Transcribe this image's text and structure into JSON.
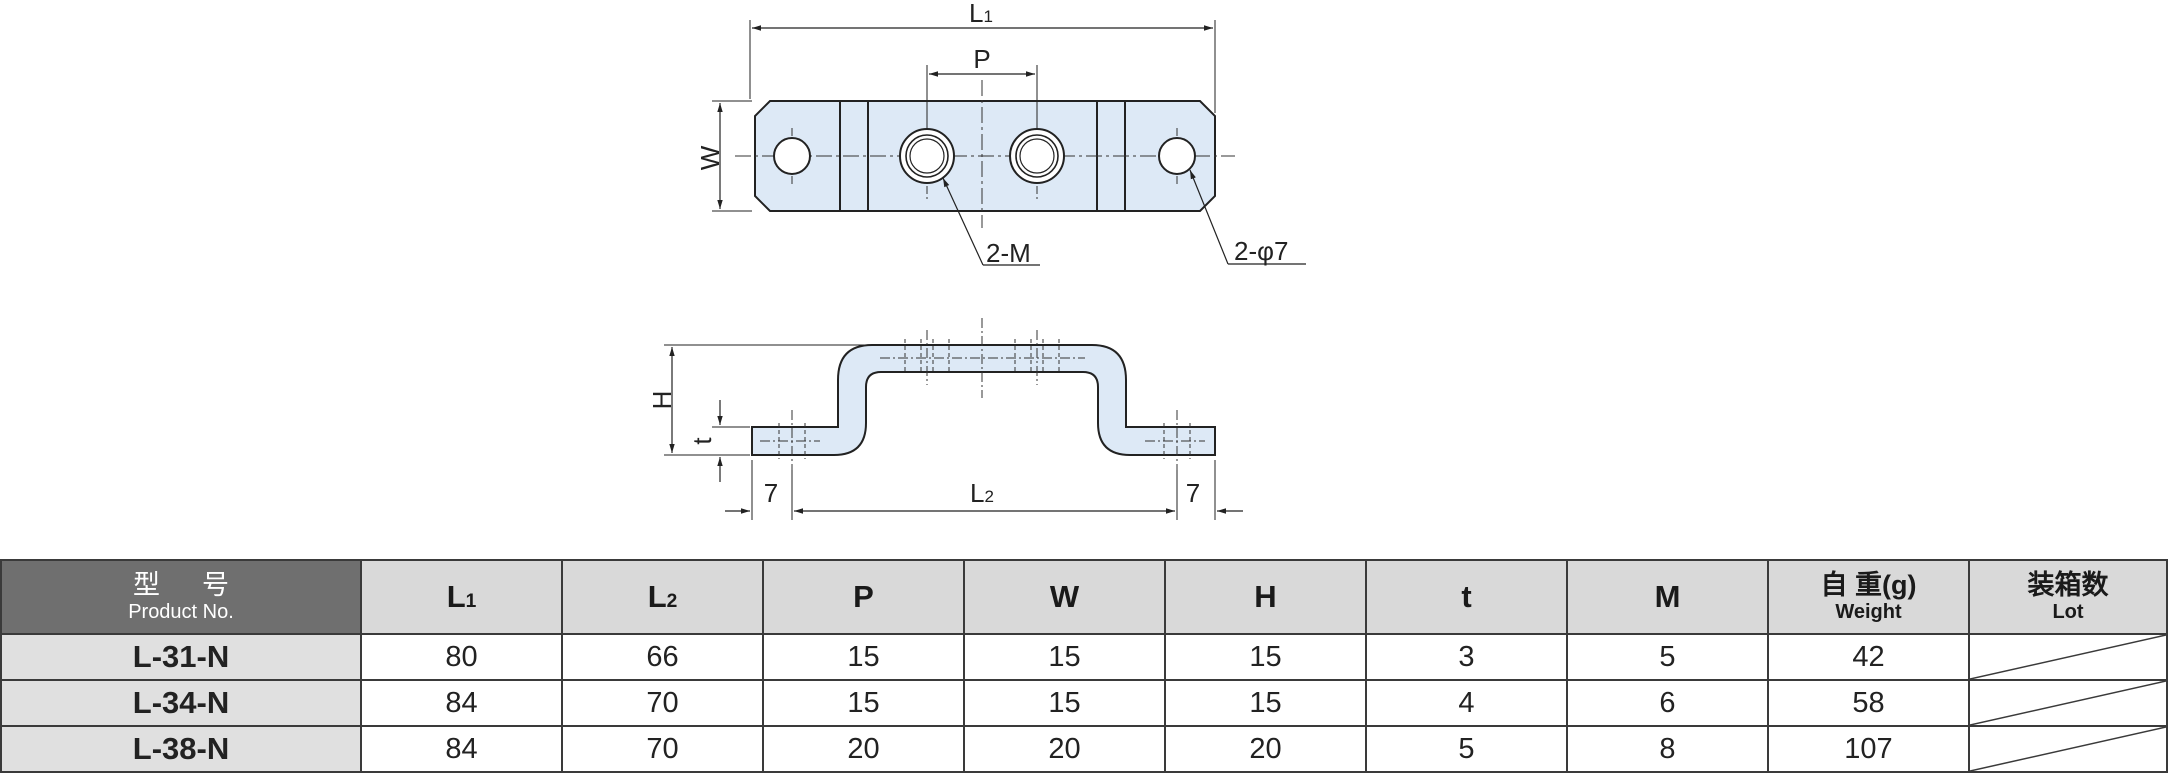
{
  "drawing": {
    "top_view": {
      "dim_L1": "L1",
      "dim_P": "P",
      "dim_W": "W",
      "callout_M": "2-M",
      "callout_hole": "2-φ7"
    },
    "side_view": {
      "dim_H": "H",
      "dim_t": "t",
      "dim_L2": "L2",
      "dim_left": "7",
      "dim_right": "7"
    }
  },
  "table": {
    "headers": {
      "model_jp": "型号",
      "model_en": "Product No.",
      "L1": "L1",
      "L2": "L2",
      "P": "P",
      "W": "W",
      "H": "H",
      "t": "t",
      "M": "M",
      "weight_jp": "自 重(g)",
      "weight_en": "Weight",
      "lot_jp": "装箱数",
      "lot_en": "Lot"
    },
    "rows": [
      {
        "model": "L-31-N",
        "L1": "80",
        "L2": "66",
        "P": "15",
        "W": "15",
        "H": "15",
        "t": "3",
        "M": "5",
        "weight": "42"
      },
      {
        "model": "L-34-N",
        "L1": "84",
        "L2": "70",
        "P": "15",
        "W": "15",
        "H": "15",
        "t": "4",
        "M": "6",
        "weight": "58"
      },
      {
        "model": "L-38-N",
        "L1": "84",
        "L2": "70",
        "P": "20",
        "W": "20",
        "H": "20",
        "t": "5",
        "M": "8",
        "weight": "107"
      }
    ]
  },
  "colors": {
    "part_fill": "#dde9f6",
    "line": "#222222",
    "header_dark": "#6f6f6f",
    "header_light": "#d9d9d9",
    "model_cell": "#e0e0e0"
  }
}
